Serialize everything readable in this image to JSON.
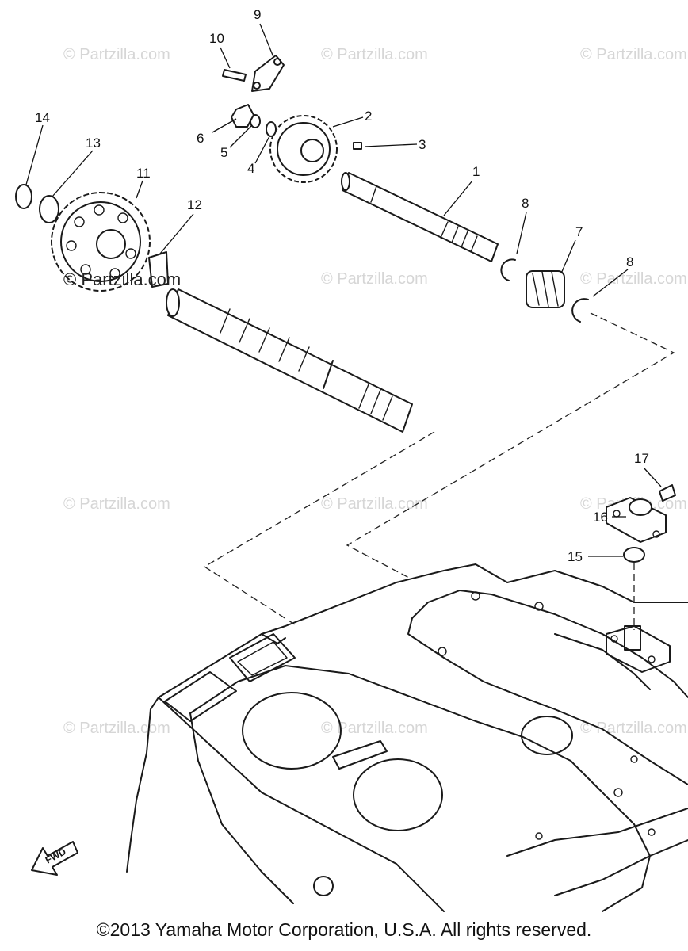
{
  "watermark": "© Partzilla.com",
  "watermark_strong": "© Partzilla.com",
  "callouts": [
    "1",
    "2",
    "3",
    "4",
    "5",
    "6",
    "7",
    "8",
    "8",
    "9",
    "10",
    "11",
    "12",
    "13",
    "14",
    "15",
    "16",
    "17"
  ],
  "fwd_label": "FWD",
  "copyright": "©2013 Yamaha Motor Corporation, U.S.A. All rights reserved."
}
